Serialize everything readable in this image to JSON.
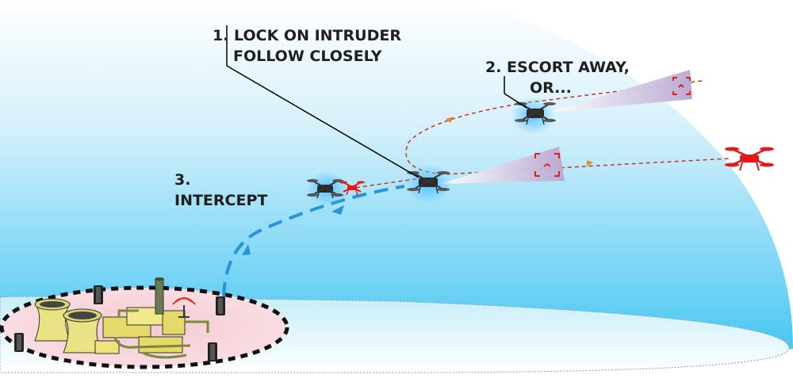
{
  "labels": {
    "step1_line1": "1. LOCK ON INTRUDER",
    "step1_line2": "FOLLOW CLOSELY",
    "step2_line1": "2. ESCORT AWAY,",
    "step2_line2": "OR...",
    "step3_line1": "3.",
    "step3_line2": "INTERCEPT"
  },
  "colors": {
    "dome_top": "#ffffff",
    "dome_bottom": "#45c6f2",
    "ground": "#dff6fc",
    "intruder": "#e81818",
    "intercept_path": "#2b93d8",
    "escort_path": "#c8322e",
    "perimeter": "#111111",
    "facility": "#f2ea8a",
    "zone": "#f6c7cf"
  }
}
